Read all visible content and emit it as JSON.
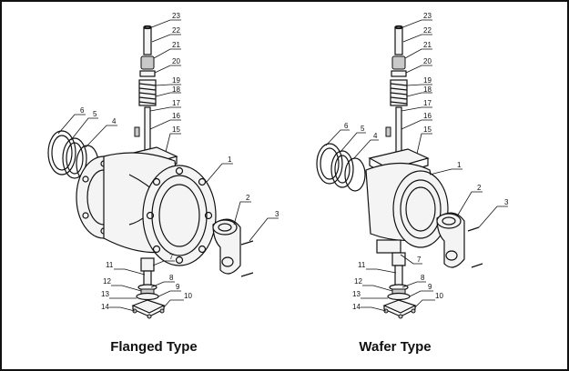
{
  "captions": {
    "left": "Flanged Type",
    "right": "Wafer Type"
  },
  "callouts": {
    "left": [
      "23",
      "22",
      "21",
      "20",
      "19",
      "18",
      "17",
      "16",
      "15",
      "6",
      "5",
      "4",
      "1",
      "2",
      "3",
      "7",
      "11",
      "8",
      "12",
      "9",
      "13",
      "10",
      "14"
    ],
    "right": [
      "23",
      "22",
      "21",
      "20",
      "19",
      "18",
      "17",
      "16",
      "15",
      "6",
      "5",
      "4",
      "1",
      "2",
      "3",
      "7",
      "11",
      "8",
      "12",
      "9",
      "13",
      "10",
      "14"
    ]
  },
  "colors": {
    "line": "#111111",
    "shade": "#c9c9c9",
    "background": "#ffffff"
  }
}
